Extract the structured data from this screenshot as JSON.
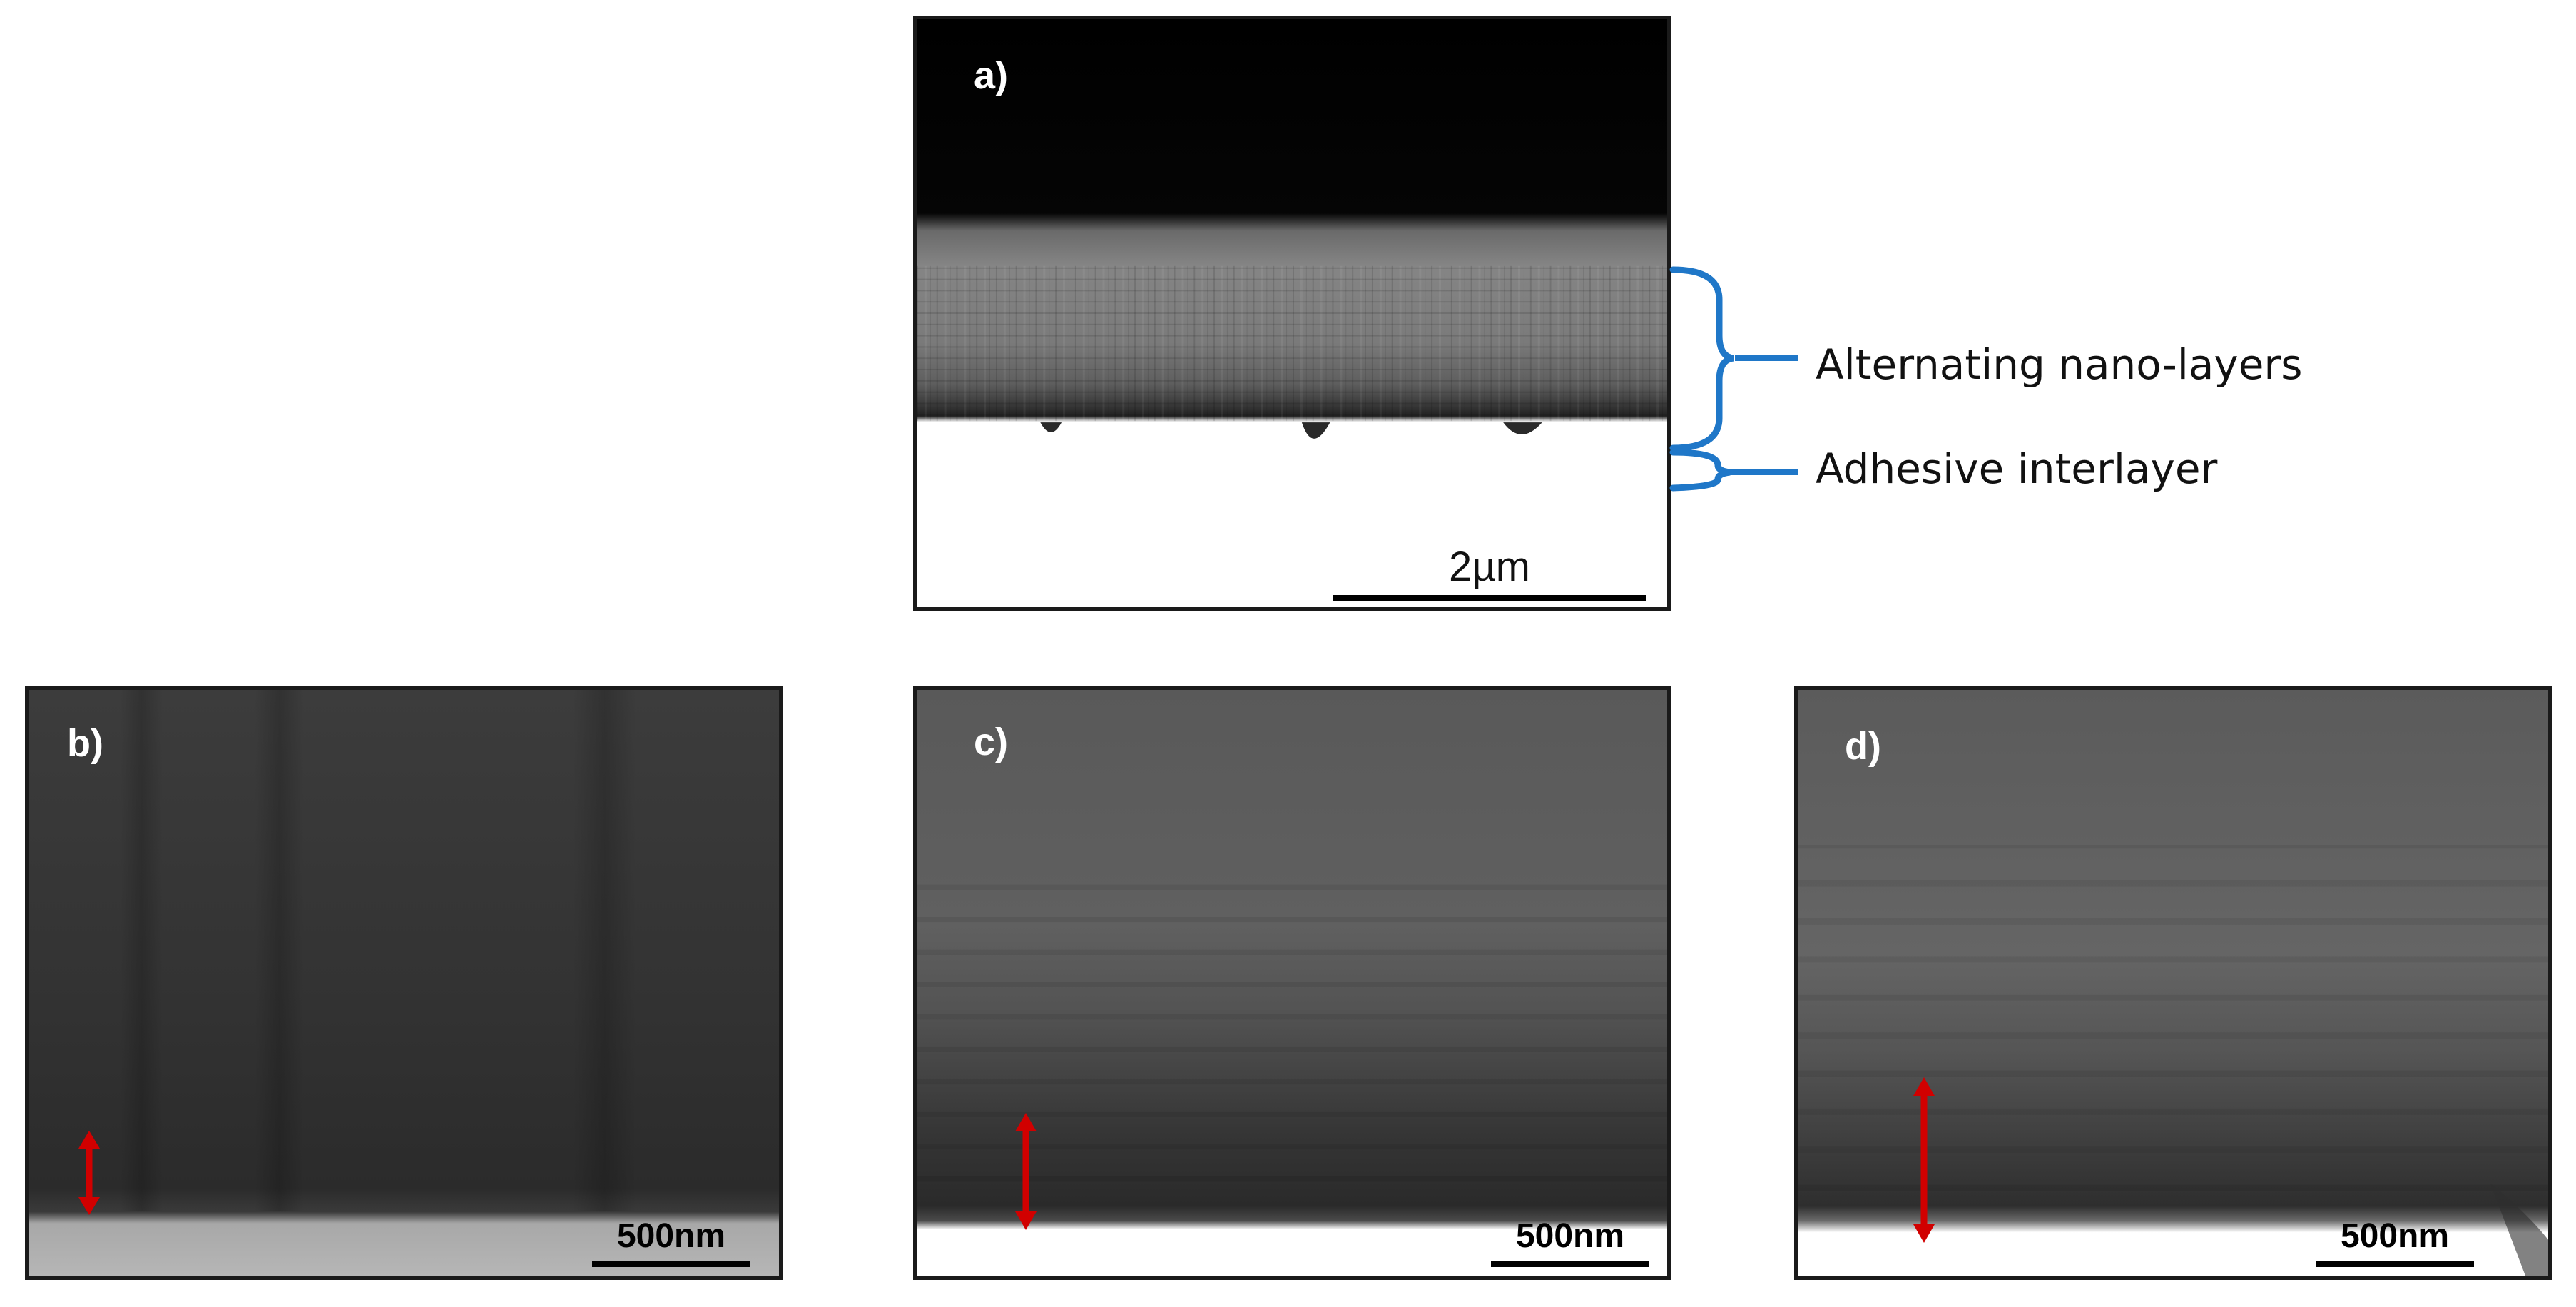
{
  "panels": {
    "a": {
      "label": "a)",
      "scale_bar": "2µm"
    },
    "b": {
      "label": "b)",
      "scale_bar": "500nm"
    },
    "c": {
      "label": "c)",
      "scale_bar": "500nm"
    },
    "d": {
      "label": "d)",
      "scale_bar": "500nm"
    }
  },
  "annotations": {
    "alternating": "Alternating nano-layers",
    "adhesive": "Adhesive interlayer"
  },
  "colors": {
    "bracket": "#1f77c8",
    "arrow": "#d10000",
    "frame": "#1a1a1a"
  }
}
